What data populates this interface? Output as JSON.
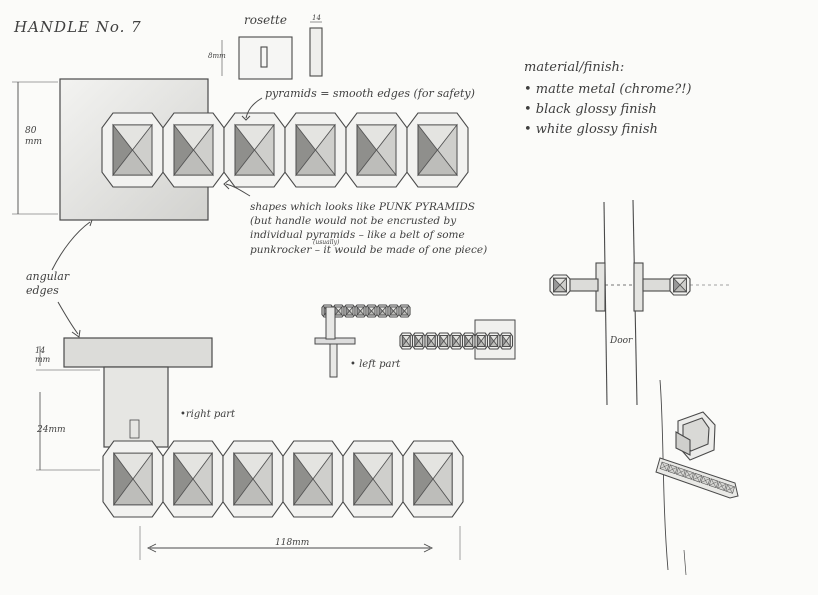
{
  "title": "HANDLE No. 7",
  "rosette": {
    "label": "rosette",
    "dim_left": "8mm",
    "dim_top": "14"
  },
  "materials": {
    "heading": "material/finish:",
    "items": [
      "• matte metal (chrome?!)",
      "• black glossy finish",
      "• white glossy finish"
    ]
  },
  "notes": {
    "pyramids": "pyramids = smooth edges (for safety)",
    "shapes": [
      "shapes which looks like PUNK PYRAMIDS",
      "(but handle would not be encrusted by",
      "individual pyramids – like a belt of some",
      "punkrocker – it would be made of one piece)"
    ],
    "usually": "(usually)",
    "angular": [
      "angular",
      "edges"
    ],
    "right_part": "•right part",
    "left_part": "• left part",
    "door": "Door"
  },
  "dimensions": {
    "rosette_height": "80 mm",
    "rosette_depth": "14 mm",
    "neck_length": "24mm",
    "handle_length": "118mm"
  },
  "colors": {
    "pencil": "#4a4a4a",
    "paper": "#fbfbf9",
    "shade": "#9b9b9b"
  }
}
